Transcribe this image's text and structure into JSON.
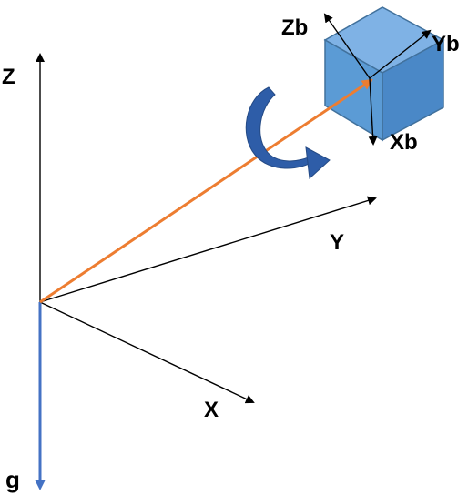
{
  "labels": {
    "z": "Z",
    "y": "Y",
    "x": "X",
    "g": "g",
    "zb": "Zb",
    "yb": "Yb",
    "xb": "Xb"
  },
  "colors": {
    "axis": "#000000",
    "gravity": "#4472c4",
    "position_vector": "#ed7d31",
    "cube_front": "#5b9bd5",
    "cube_top": "#7fb2e5",
    "cube_side": "#4a88c7",
    "cube_edge": "#41719c",
    "rotation_arrow": "#2e5da8"
  },
  "icons": {
    "rotation": "curved-rotation-arrow-icon",
    "body": "cube-icon"
  }
}
